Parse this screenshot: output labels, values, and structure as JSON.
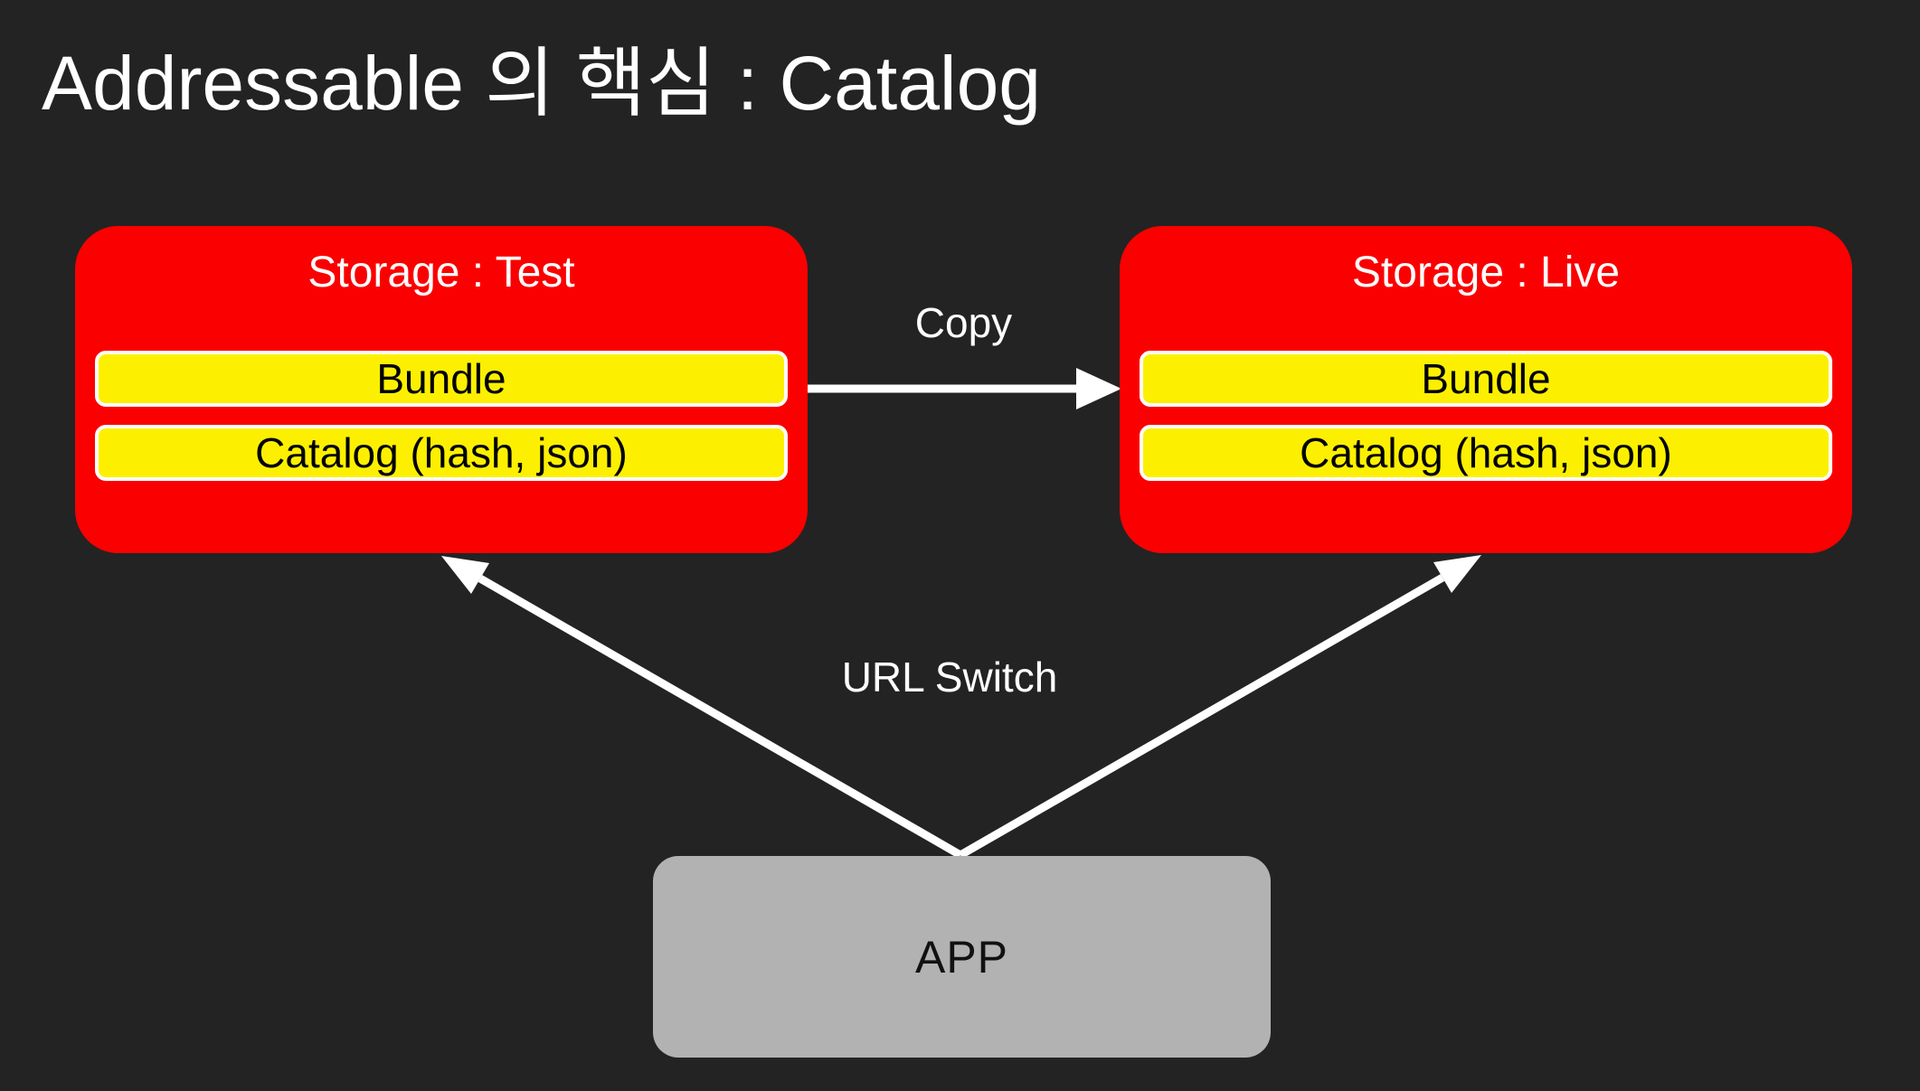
{
  "slide": {
    "title": "Addressable 의 핵심 : Catalog"
  },
  "colors": {
    "background": "#232323",
    "storage_box": "#fb0000",
    "item_bar": "#fcf000",
    "item_bar_border": "#ffffff",
    "app_box": "#b2b2b2",
    "arrow": "#ffffff",
    "text_light": "#ffffff",
    "text_dark": "#000000"
  },
  "diagram": {
    "storage_test": {
      "title": "Storage : Test",
      "items": [
        "Bundle",
        "Catalog (hash, json)"
      ]
    },
    "storage_live": {
      "title": "Storage : Live",
      "items": [
        "Bundle",
        "Catalog (hash, json)"
      ]
    },
    "copy_arrow_label": "Copy",
    "url_switch_label": "URL Switch",
    "app": {
      "label": "APP"
    }
  }
}
